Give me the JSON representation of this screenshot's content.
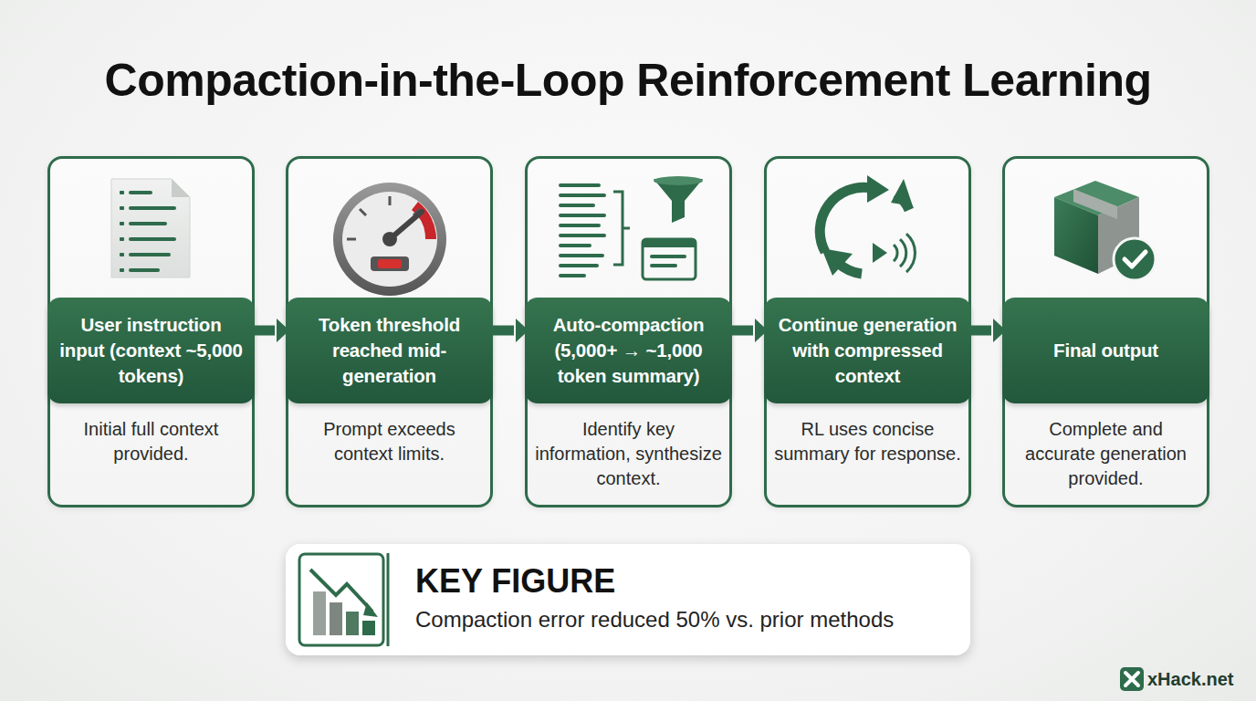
{
  "diagram": {
    "title": "Compaction-in-the-Loop Reinforcement Learning",
    "nodes": [
      {
        "text": [
          "User instruction input (context ~5,000 tokens)",
          "Initial full context provided."
        ]
      },
      {
        "text": [
          "Token threshold reached mid-generation",
          "Prompt exceeds context limits."
        ]
      },
      {
        "text": [
          "Auto-compaction (5,000+ → ~1,000 token summary)",
          "Identify key information, synthesize context."
        ]
      },
      {
        "text": [
          "Continue generation with compressed context",
          "RL uses concise summary for response."
        ]
      },
      {
        "text": [
          "Final output",
          "Complete and accurate generation provided."
        ]
      },
      {
        "text": [
          "KEY FIGURE",
          "Compaction error reduced 50% vs. prior methods"
        ]
      }
    ],
    "edges": [
      {
        "from": 0,
        "to": 1,
        "arrow": "to"
      },
      {
        "from": 1,
        "to": 2,
        "arrow": "to"
      },
      {
        "from": 2,
        "to": 3,
        "arrow": "to"
      },
      {
        "from": 3,
        "to": 4,
        "arrow": "to"
      }
    ],
    "labels": [
      "xHack.net"
    ]
  }
}
